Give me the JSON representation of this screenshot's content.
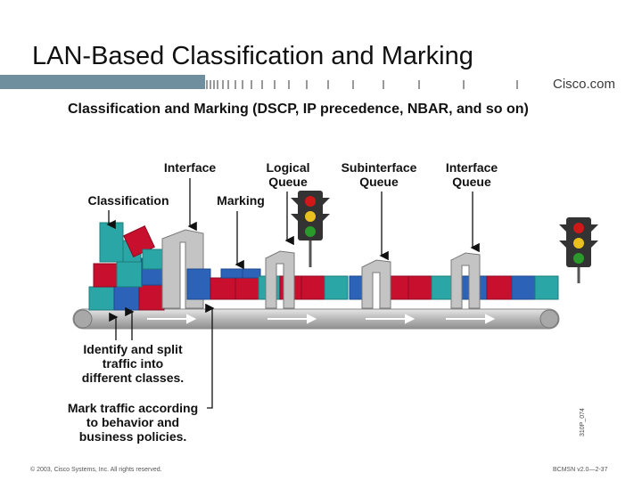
{
  "slide": {
    "title": "LAN-Based Classification and Marking",
    "brand": "Cisco.com",
    "subtitle": "Classification and Marking (DSCP, IP precedence, NBAR, and so on)"
  },
  "labels": {
    "interface": "Interface",
    "logical_queue": "Logical\nQueue",
    "subinterface_queue": "Subinterface\nQueue",
    "interface_queue": "Interface\nQueue",
    "classification": "Classification",
    "marking": "Marking"
  },
  "notes": {
    "identify": "Identify and split\ntraffic into\ndifferent classes.",
    "mark": "Mark traffic according\nto behavior and\nbusiness policies."
  },
  "footer": {
    "copyright": "© 2003, Cisco Systems, Inc. All rights reserved.",
    "course": "BCMSN v2.0—2-37",
    "figure_code": "310P_074"
  },
  "colors": {
    "teal": "#2aa6a6",
    "red": "#c8102e",
    "blue": "#2c62b8",
    "belt": "#c9c9c9",
    "header_bar": "#6f8f9f"
  }
}
